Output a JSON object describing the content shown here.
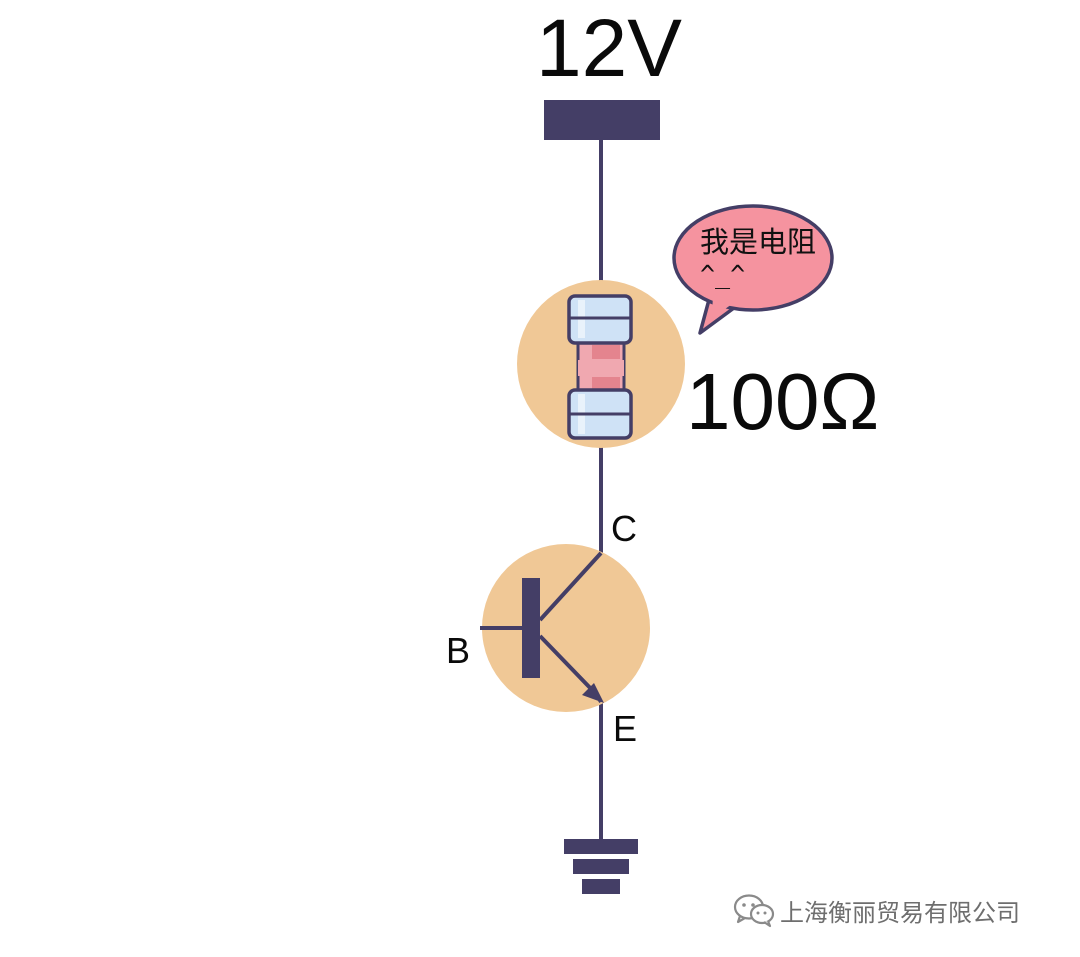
{
  "supply": {
    "voltage": "12V"
  },
  "resistor": {
    "value": "100Ω"
  },
  "speech_bubble": {
    "text": "我是电阻",
    "face": "^_^"
  },
  "transistor": {
    "collector": "C",
    "base": "B",
    "emitter": "E"
  },
  "watermark": {
    "text": "上海衡丽贸易有限公司"
  },
  "colors": {
    "wire": "#443e66",
    "circle": "#f0c896",
    "resistor_cap": "#cfe2f6",
    "resistor_band": "#f0a8b0",
    "resistor_band_dark": "#e4848e",
    "bubble": "#f5939f",
    "text": "#0a0a0a",
    "watermark": "#6e6e6e"
  }
}
